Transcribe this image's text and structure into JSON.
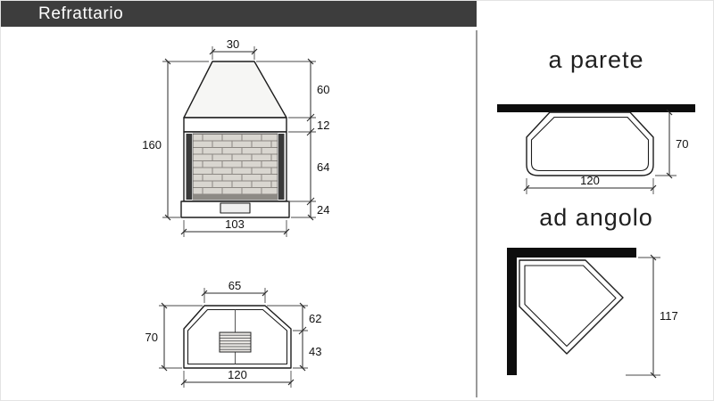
{
  "header": {
    "title": "Refrattario"
  },
  "right": {
    "wall_title": "a parete",
    "corner_title": "ad angolo"
  },
  "front_view": {
    "dims": {
      "top_width": "30",
      "hood_height": "60",
      "lintel_height": "12",
      "opening_height": "64",
      "base_height": "24",
      "total_height": "160",
      "body_width": "103"
    }
  },
  "plan_view": {
    "dims": {
      "back_width": "65",
      "depth_upper": "62",
      "depth_lower": "43",
      "total_depth": "70",
      "front_width": "120"
    }
  },
  "wall_layout": {
    "dims": {
      "depth": "70",
      "width": "120"
    }
  },
  "corner_layout": {
    "dims": {
      "side": "117"
    }
  }
}
